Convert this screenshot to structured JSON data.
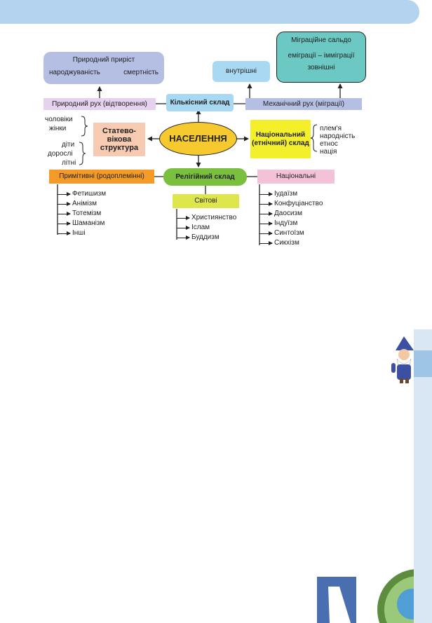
{
  "center": "НАСЕЛЕННЯ",
  "quantitative": {
    "label": "Кількісний склад",
    "natural_increase": {
      "title": "Природний приріст",
      "birth": "народжуваність",
      "death": "смертність"
    },
    "natural_movement": "Природний рух (відтворення)",
    "internal": "внутрішні",
    "migration_balance": {
      "title": "Міграційне сальдо",
      "formula": "еміграції – імміграції",
      "external": "зовнішні"
    },
    "mechanical_movement": "Механічний рух (міграції)"
  },
  "sex_age": {
    "label": "Статево-вікова структура",
    "sex_groups": [
      "чоловіки",
      "жінки"
    ],
    "age_groups": [
      "діти",
      "дорослі",
      "літні"
    ]
  },
  "national": {
    "label": "Національний (етнічний) склад",
    "items": [
      "плем'я",
      "народність",
      "етнос",
      "нація"
    ]
  },
  "religious": {
    "label": "Релігійний склад",
    "primitive": {
      "label": "Примітивні (родоплемінні)",
      "items": [
        "Фетишизм",
        "Анімізм",
        "Тотемізм",
        "Шаманізм",
        "Інші"
      ]
    },
    "world": {
      "label": "Світові",
      "items": [
        "Християнство",
        "Іслам",
        "Буддизм"
      ]
    },
    "national_rel": {
      "label": "Національні",
      "items": [
        "Іудаїзм",
        "Конфуціанство",
        "Даосизм",
        "Індуїзм",
        "Синтоїзм",
        "Сикхізм"
      ]
    }
  },
  "colors": {
    "header": "#b4d3ee",
    "violet": "#b5bfe4",
    "lilac": "#e4d2ee",
    "sky": "#a9d9f2",
    "teal": "#6cc8c3",
    "orange_light": "#f6cbb1",
    "yellow": "#f3ef2a",
    "ellipse": "#f6c92e",
    "green": "#7bbf3f",
    "orange": "#f49a27",
    "lime": "#dde64a",
    "pink": "#f3c1d8"
  }
}
